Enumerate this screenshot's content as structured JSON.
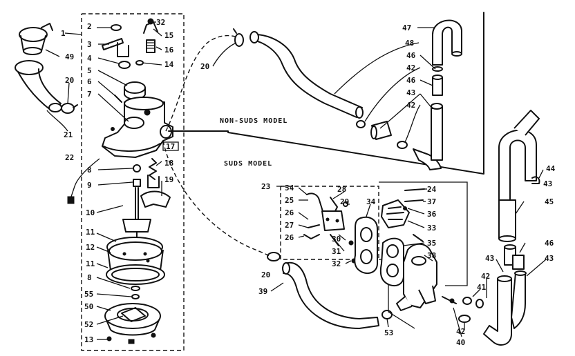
{
  "captions": {
    "non_suds": "NON-SUDS MODEL",
    "suds": "SUDS MODEL"
  },
  "labels": {
    "l1": "1",
    "l2": "2",
    "l3": "3",
    "l4": "4",
    "l5": "5",
    "l6": "6",
    "l7": "7",
    "l8a": "8",
    "l8b": "8",
    "l9": "9",
    "l10": "10",
    "l11a": "11",
    "l11b": "11",
    "l12": "12",
    "l13": "13",
    "l14": "14",
    "l15": "15",
    "l16": "16",
    "l17": "17",
    "l18": "18",
    "l19": "19",
    "l20a": "20",
    "l20b": "20",
    "l20c": "20",
    "l21": "21",
    "l22": "22",
    "l23": "23",
    "l24": "24",
    "l25": "25",
    "l26a": "26",
    "l26b": "26",
    "l27": "27",
    "l28": "28",
    "l29": "29",
    "l30": "30",
    "l31": "31",
    "l32a": "32",
    "l32b": "32",
    "l33": "33",
    "l34": "34",
    "l35": "35",
    "l36": "36",
    "l37": "37",
    "l38": "38",
    "l39": "39",
    "l40": "40",
    "l41": "41",
    "l42a": "42",
    "l42b": "42",
    "l42c": "42",
    "l42d": "42",
    "l43a": "43",
    "l43b": "43",
    "l43c": "43",
    "l43d": "43",
    "l44": "44",
    "l45": "45",
    "l46a": "46",
    "l46b": "46",
    "l46c": "46",
    "l47": "47",
    "l48": "48",
    "l49": "49",
    "l50": "50",
    "l52": "52",
    "l53": "53",
    "l54": "54",
    "l55": "55"
  }
}
